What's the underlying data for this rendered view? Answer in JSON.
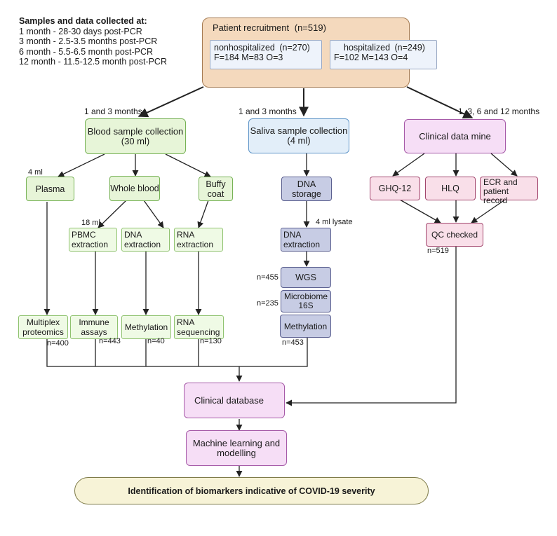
{
  "legend": {
    "title": "Samples and data collected at:",
    "lines": [
      "1 month - 28-30 days post-PCR",
      "3 month - 2.5-3.5 months post-PCR",
      "6 month - 5.5-6.5 month post-PCR",
      "12 month - 11.5-12.5 month post-PCR"
    ]
  },
  "recruitment": {
    "title": "Patient recruitment",
    "count": "(n=519)",
    "nonhosp": {
      "title": "nonhospitalized",
      "count": "(n=270)",
      "breakdown": "F=184  M=83 O=3"
    },
    "hosp": {
      "title": "hospitalized",
      "count": "(n=249)",
      "breakdown": "F=102  M=143 O=4"
    }
  },
  "timepoints": {
    "blood": "1 and 3 months",
    "saliva": "1 and 3 months",
    "clinical": "1, 3, 6 and 12 months"
  },
  "blood": {
    "title": "Blood sample collection  (30 ml)",
    "plasma_vol": "4 ml",
    "plasma": "Plasma",
    "whole_blood": "Whole blood",
    "buffy_coat": "Buffy coat",
    "pbmc_vol": "18 ml",
    "pbmc": "PBMC extraction",
    "dna_extraction": "DNA extraction",
    "rna_extraction": "RNA extraction",
    "proteomics": "Multiplex proteomics",
    "immune": "Immune assays",
    "methylation": "Methylation",
    "rna_seq": "RNA sequencing",
    "n_proteomics": "n=400",
    "n_immune": "n=443",
    "n_methylation": "n=40",
    "n_rna_seq": "n=130"
  },
  "saliva": {
    "title": "Saliva sample collection (4 ml)",
    "storage": "DNA storage",
    "lysate": "4 ml lysate",
    "extraction": "DNA extraction",
    "wgs": "WGS",
    "microbiome": "Microbiome 16S",
    "methylation": "Methylation",
    "n_wgs": "n=455",
    "n_microbiome": "n=235",
    "n_methylation": "n=453"
  },
  "clinical": {
    "title": "Clinical data mine",
    "ghq": "GHQ-12",
    "hlq": "HLQ",
    "ecr": "ECR and patient record",
    "qc": "QC checked",
    "n_qc": "n=519"
  },
  "database": "Clinical database",
  "ml": "Machine learning and modelling",
  "result": "Identification of biomarkers indicative of COVID-19 severity"
}
